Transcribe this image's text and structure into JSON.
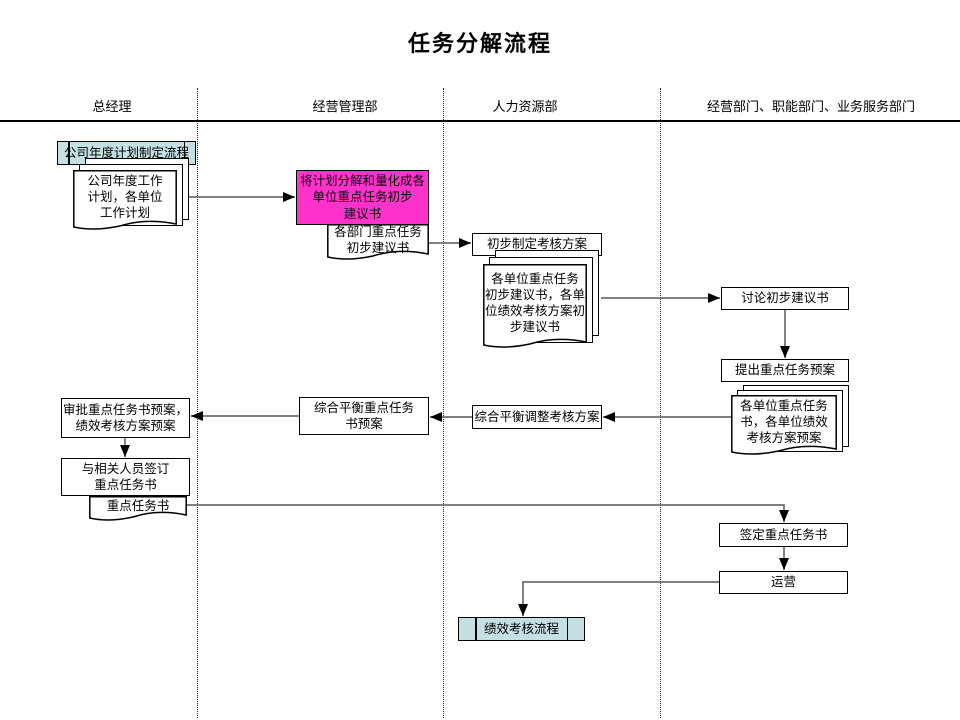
{
  "title": "任务分解流程",
  "lanes": {
    "gm": "总经理",
    "om": "经营管理部",
    "hr": "人力资源部",
    "depts": "经营部门、职能部门、业务服务部门"
  },
  "colors": {
    "process_ref_fill": "#c5e0e2",
    "highlight_fill": "#ff33cc",
    "connector": "#6e6e6e",
    "arrowhead": "#000000"
  },
  "nodes": {
    "annual_plan_process_ref": "公司年度计划制定流程",
    "annual_plan_docs": "公司年度工作\n计划，各单位\n工作计划",
    "decompose_task": "将计划分解和量化成各\n单位重点任务初步\n建议书",
    "dept_proposal_doc": "各部门重点任务\n初步建议书",
    "draft_assessment": "初步制定考核方案",
    "unit_proposal_docs": "各单位重点任务\n初步建议书，各单\n位绩效考核方案初\n步建议书",
    "discuss_proposal": "讨论初步建议书",
    "raise_task_plan": "提出重点任务预案",
    "unit_task_docs": "各单位重点任务\n书，各单位绩效\n考核方案预案",
    "balance_adjust_assessment": "综合平衡调整考核方案",
    "balance_task_plan": "综合平衡重点任务\n书预案",
    "approve_plans": "审批重点任务书预案，\n绩效考核方案预案",
    "sign_with_staff": "与相关人员签订\n重点任务书",
    "task_doc": "重点任务书",
    "sign_task": "签定重点任务书",
    "operate": "运营",
    "perf_process_ref": "绩效考核流程"
  }
}
